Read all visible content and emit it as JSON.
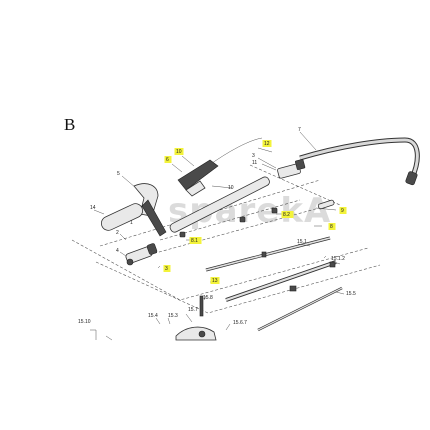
{
  "diagram": {
    "section_letter": "B",
    "watermark": "sparekA",
    "callouts": [
      {
        "id": "7",
        "highlighted": false
      },
      {
        "id": "12",
        "highlighted": true
      },
      {
        "id": "10",
        "highlighted": true
      },
      {
        "id": "6",
        "highlighted": true
      },
      {
        "id": "3",
        "highlighted": false
      },
      {
        "id": "11",
        "highlighted": false
      },
      {
        "id": "5",
        "highlighted": false
      },
      {
        "id": "10",
        "highlighted": false
      },
      {
        "id": "1",
        "highlighted": false
      },
      {
        "id": "9",
        "highlighted": true
      },
      {
        "id": "14",
        "highlighted": false
      },
      {
        "id": "8.2",
        "highlighted": true
      },
      {
        "id": "8",
        "highlighted": true
      },
      {
        "id": "2",
        "highlighted": false
      },
      {
        "id": "8.1",
        "highlighted": true
      },
      {
        "id": "4",
        "highlighted": false
      },
      {
        "id": "15.1",
        "highlighted": false
      },
      {
        "id": "3",
        "highlighted": true
      },
      {
        "id": "15.1.2",
        "highlighted": false
      },
      {
        "id": "13",
        "highlighted": true
      },
      {
        "id": "15.5",
        "highlighted": false
      },
      {
        "id": "15.8",
        "highlighted": false
      },
      {
        "id": "15.4",
        "highlighted": false
      },
      {
        "id": "15.3",
        "highlighted": false
      },
      {
        "id": "15.7",
        "highlighted": false
      },
      {
        "id": "15.6.7",
        "highlighted": false
      },
      {
        "id": "15.10",
        "highlighted": false
      }
    ]
  }
}
